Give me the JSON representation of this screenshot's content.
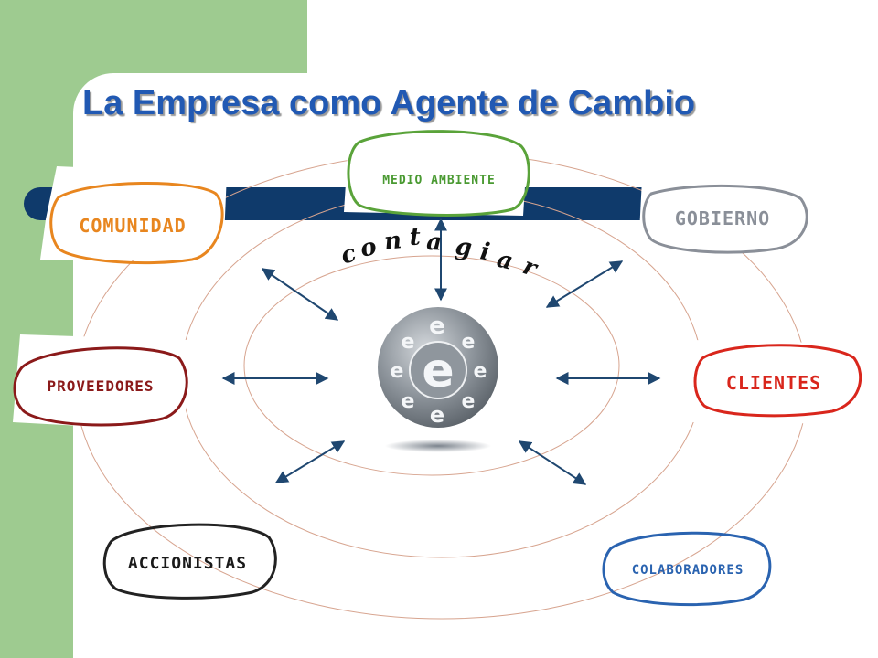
{
  "title": "La Empresa como Agente de Cambio",
  "center_word": "contagiar",
  "center_word_letters": [
    "c",
    "o",
    "n",
    "t",
    "a",
    "g",
    "i",
    "a",
    "r"
  ],
  "center_logo_letter": "e",
  "stakeholders": {
    "medio_ambiente": "MEDIO AMBIENTE",
    "comunidad": "COMUNIDAD",
    "gobierno": "GOBIERNO",
    "proveedores": "PROVEEDORES",
    "clientes": "CLIENTES",
    "accionistas": "ACCIONISTAS",
    "colaboradores": "COLABORADORES"
  },
  "colors": {
    "green_panel": "#9ecb90",
    "title_blue": "#2159b3",
    "navy_bar": "#0f3a6b",
    "arrow": "#1f4770",
    "orbit": "#d7a48f",
    "medio_ambiente": "#5aa33a",
    "comunidad": "#e8861f",
    "gobierno": "#8a8f98",
    "proveedores": "#8b1a1a",
    "clientes": "#d9261c",
    "accionistas": "#222222",
    "colaboradores": "#2a63b0"
  }
}
